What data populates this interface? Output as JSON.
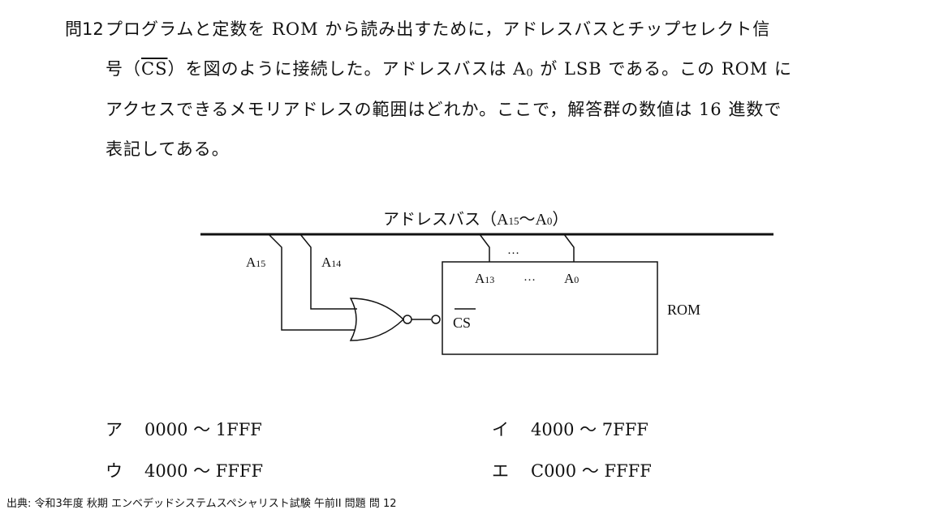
{
  "question": {
    "number": "問12",
    "line1": "プログラムと定数を ROM から読み出すために，アドレスバスとチップセレクト信",
    "line2_a": "号（",
    "line2_cs": "CS",
    "line2_b": "）を図のように接続した。アドレスバスは A",
    "line2_sub": "0",
    "line2_c": " が LSB である。この ROM に",
    "line3": "アクセスできるメモリアドレスの範囲はどれか。ここで，解答群の数値は 16 進数で",
    "line4": "表記してある。"
  },
  "diagram": {
    "bus_label": "アドレスバス（A",
    "bus_label_sub1": "15",
    "bus_label_mid": "～A",
    "bus_label_sub2": "0",
    "bus_label_end": "）",
    "a15": "A",
    "a15_sub": "15",
    "a14": "A",
    "a14_sub": "14",
    "a13": "A",
    "a13_sub": "13",
    "a0": "A",
    "a0_sub": "0",
    "ellipsis": "…",
    "cs": "CS",
    "rom": "ROM"
  },
  "options": [
    {
      "key": "ア",
      "value": "0000 ～ 1FFF"
    },
    {
      "key": "イ",
      "value": "4000 ～ 7FFF"
    },
    {
      "key": "ウ",
      "value": "4000 ～ FFFF"
    },
    {
      "key": "エ",
      "value": "C000 ～ FFFF"
    }
  ],
  "source": "出典: 令和3年度 秋期 エンベデッドシステムスペシャリスト試験 午前II 問題 問 12"
}
